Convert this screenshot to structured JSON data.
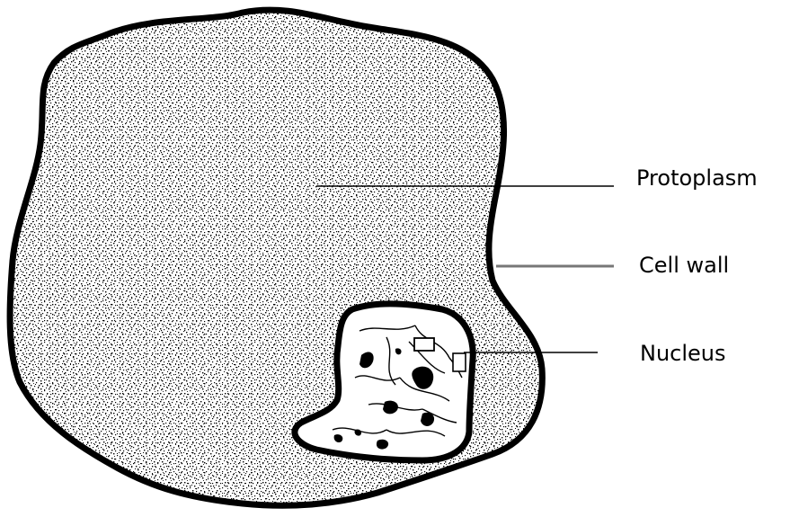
{
  "labels": {
    "protoplasm": "Protoplasm",
    "cell_wall": "Cell wall",
    "nucleus": "Nucleus"
  },
  "colors": {
    "outline": "#000000",
    "stipple": "#000000",
    "background": "#ffffff",
    "leader_line": "#000000"
  }
}
